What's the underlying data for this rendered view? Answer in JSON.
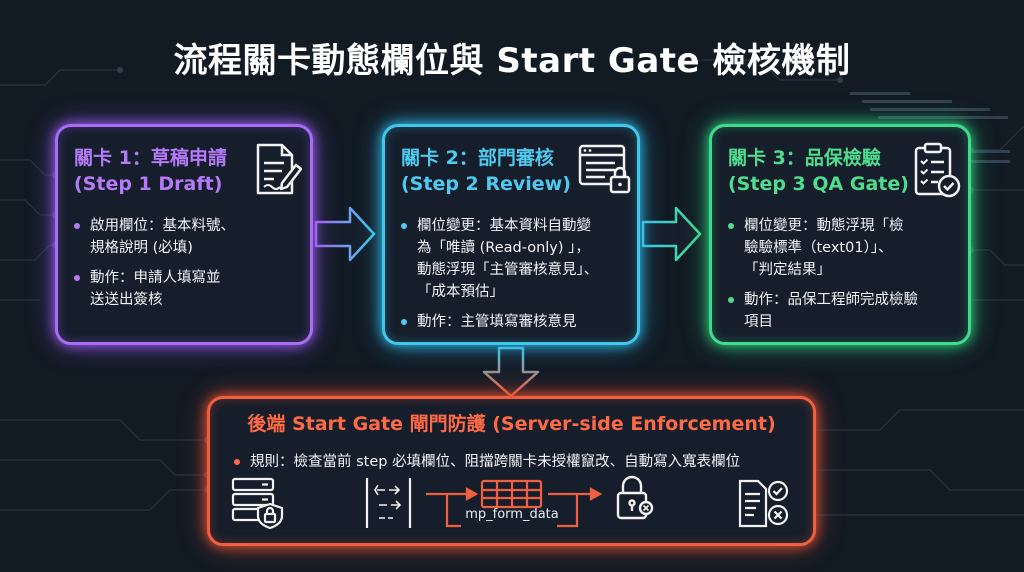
{
  "title": "流程關卡動態欄位與 Start Gate 檢核機制",
  "colors": {
    "background": "#121a24",
    "step1": "#a86cf5",
    "step2": "#40c8ea",
    "step3": "#3fdc8e",
    "gate": "#f06040"
  },
  "steps": [
    {
      "title_line1": "關卡 1：草稿申請",
      "title_line2": "(Step 1 Draft)",
      "icon": "document-pen-icon",
      "bullets": [
        [
          "啟用欄位：基本料號、",
          "規格說明 (必填)"
        ],
        [
          "動作：申請人填寫並",
          "送送出簽核"
        ]
      ]
    },
    {
      "title_line1": "關卡 2：部門審核",
      "title_line2": "(Step 2 Review)",
      "icon": "form-lock-icon",
      "bullets": [
        [
          "欄位變更：基本資料自動變",
          "為「唯讀 (Read-only) 」，",
          "動態浮現「主管審核意見」、",
          "「成本預估」"
        ],
        [
          "動作：主管填寫審核意見"
        ]
      ]
    },
    {
      "title_line1": "關卡 3：品保檢驗",
      "title_line2": "(Step 3 QA Gate)",
      "icon": "clipboard-check-icon",
      "bullets": [
        [
          "欄位變更：動態浮現「檢",
          "驗驗標準（text01）」、",
          "「判定結果」"
        ],
        [
          "動作：品保工程師完成檢驗",
          "項目"
        ]
      ]
    }
  ],
  "gate": {
    "title": "後端 Start Gate 閘門防護 (Server-side Enforcement)",
    "bullet": "規則：檢查當前 step 必填欄位、阻擋跨關卡未授權竄改、自動寫入寬表欄位",
    "table_label": "mp_form_data",
    "icons": [
      "server-shield-icon",
      "gate-filter-icon",
      "database-table-icon",
      "padlock-icon",
      "document-check-icon"
    ]
  }
}
